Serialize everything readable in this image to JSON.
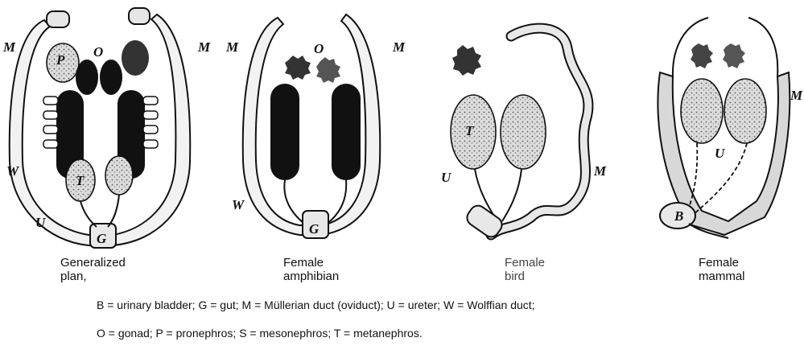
{
  "panels": [
    {
      "caption_lines": [
        "Generalized",
        "plan,"
      ],
      "labels": {
        "M_left": "M",
        "M_right": "M",
        "P": "P",
        "O": "O",
        "W": "W",
        "T": "T",
        "U": "U",
        "G": "G"
      }
    },
    {
      "caption_lines": [
        "Female",
        "amphibian"
      ],
      "labels": {
        "M_left": "M",
        "M_right": "M",
        "O": "O",
        "W": "W",
        "G": "G"
      }
    },
    {
      "caption_lines": [
        "Female",
        "bird"
      ],
      "labels": {
        "M": "M",
        "T": "T",
        "U": "U"
      }
    },
    {
      "caption_lines": [
        "Female",
        "mammal"
      ],
      "labels": {
        "M": "M",
        "U": "U",
        "B": "B"
      }
    }
  ],
  "legend": {
    "line1": "B = urinary bladder; G = gut; M = Müllerian duct (oviduct); U = ureter; W = Wolffian duct;",
    "line2": "O = gonad; P = pronephros; S = mesonephros; T = metanephros."
  }
}
